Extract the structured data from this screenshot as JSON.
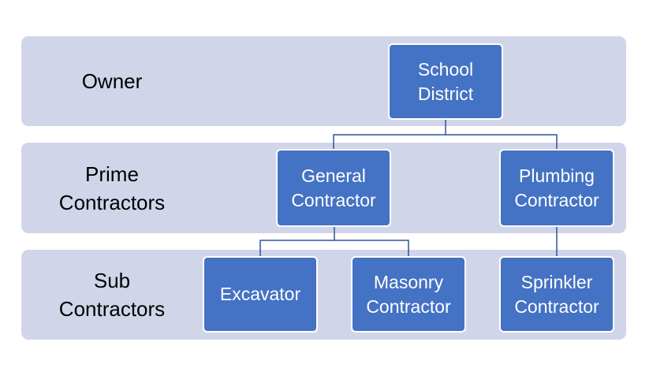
{
  "levels": {
    "owner": {
      "line1": "Owner",
      "line2": ""
    },
    "prime": {
      "line1": "Prime",
      "line2": "Contractors"
    },
    "sub": {
      "line1": "Sub",
      "line2": "Contractors"
    }
  },
  "nodes": {
    "school_district": {
      "line1": "School",
      "line2": "District"
    },
    "general_contractor": {
      "line1": "General",
      "line2": "Contractor"
    },
    "plumbing_contractor": {
      "line1": "Plumbing",
      "line2": "Contractor"
    },
    "excavator": {
      "line1": "Excavator",
      "line2": ""
    },
    "masonry_contractor": {
      "line1": "Masonry",
      "line2": "Contractor"
    },
    "sprinkler_contractor": {
      "line1": "Sprinkler",
      "line2": "Contractor"
    }
  },
  "colors": {
    "band": "#d0d5ea",
    "node": "#4472c4",
    "connector": "#2f5597"
  }
}
